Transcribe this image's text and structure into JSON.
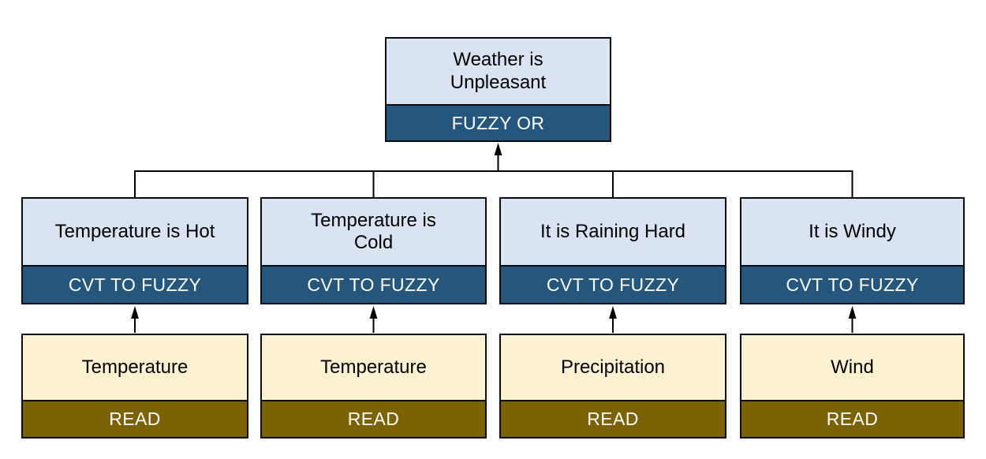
{
  "colors": {
    "statement_fill": "#dae3f2",
    "operator_band_fill": "#25567d",
    "input_fill": "#fcf2d1",
    "read_band_fill": "#7a6205",
    "band_text": "#ffffff",
    "border": "#0c0c0c",
    "connector": "#000000",
    "background": "#ffffff"
  },
  "tree": {
    "root": {
      "label": "Weather is\nUnpleasant",
      "operation": "FUZZY OR"
    },
    "rule_nodes": [
      {
        "label": "Temperature is Hot",
        "operation": "CVT TO FUZZY"
      },
      {
        "label": "Temperature is\nCold",
        "operation": "CVT TO FUZZY"
      },
      {
        "label": "It is Raining Hard",
        "operation": "CVT TO FUZZY"
      },
      {
        "label": "It is Windy",
        "operation": "CVT TO FUZZY"
      }
    ],
    "input_nodes": [
      {
        "label": "Temperature",
        "operation": "READ"
      },
      {
        "label": "Temperature",
        "operation": "READ"
      },
      {
        "label": "Precipitation",
        "operation": "READ"
      },
      {
        "label": "Wind",
        "operation": "READ"
      }
    ]
  }
}
